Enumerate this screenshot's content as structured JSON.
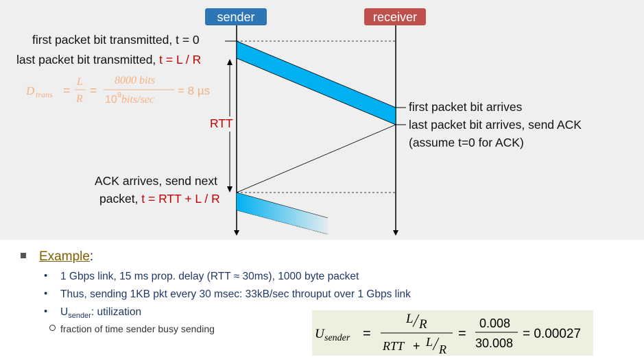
{
  "diagram": {
    "sender_label": "sender",
    "receiver_label": "receiver",
    "first_bit_tx": "first packet bit transmitted, t = 0",
    "last_bit_tx_prefix": "last packet bit transmitted, ",
    "last_bit_tx_time": "t = L / R",
    "dtrans": {
      "D": "D",
      "sub": "trans",
      "L": "L",
      "R": "R",
      "num": "8000 bits",
      "den_base": "10",
      "den_exp": "9",
      "den_rest": " bits/sec",
      "result": "= 8 µs"
    },
    "rtt_label": "RTT",
    "first_bit_arrives": "first packet bit arrives",
    "last_bit_arrives": "last packet bit arrives, send ACK",
    "assume_note": "(assume t=0 for ACK)",
    "ack_arrives_line1": "ACK arrives, send next",
    "ack_arrives_line2_prefix": "packet, ",
    "ack_arrives_time": "t = RTT + L / R",
    "colors": {
      "sender": "#2e75b6",
      "receiver": "#c0504d",
      "packet": "#00b0f0",
      "dtrans": "#f4b183"
    }
  },
  "example": {
    "title": "Example",
    "title_colon": ":",
    "items": [
      "1 Gbps link, 15 ms prop. delay (RTT ≈ 30ms), 1000 byte packet",
      "Thus, sending 1KB pkt every 30 msec: 33kB/sec throuput over 1 Gbps link"
    ],
    "usender_U": "U",
    "usender_sub": "sender",
    "usender_rest": ": utilization",
    "subitem": "fraction of time sender busy sending"
  },
  "formula": {
    "U": "U",
    "sub": "sender",
    "L": "L",
    "R": "R",
    "RTT": "RTT",
    "plus": "+",
    "num": "0.008",
    "den": "30.008",
    "result": "= 0.00027"
  }
}
